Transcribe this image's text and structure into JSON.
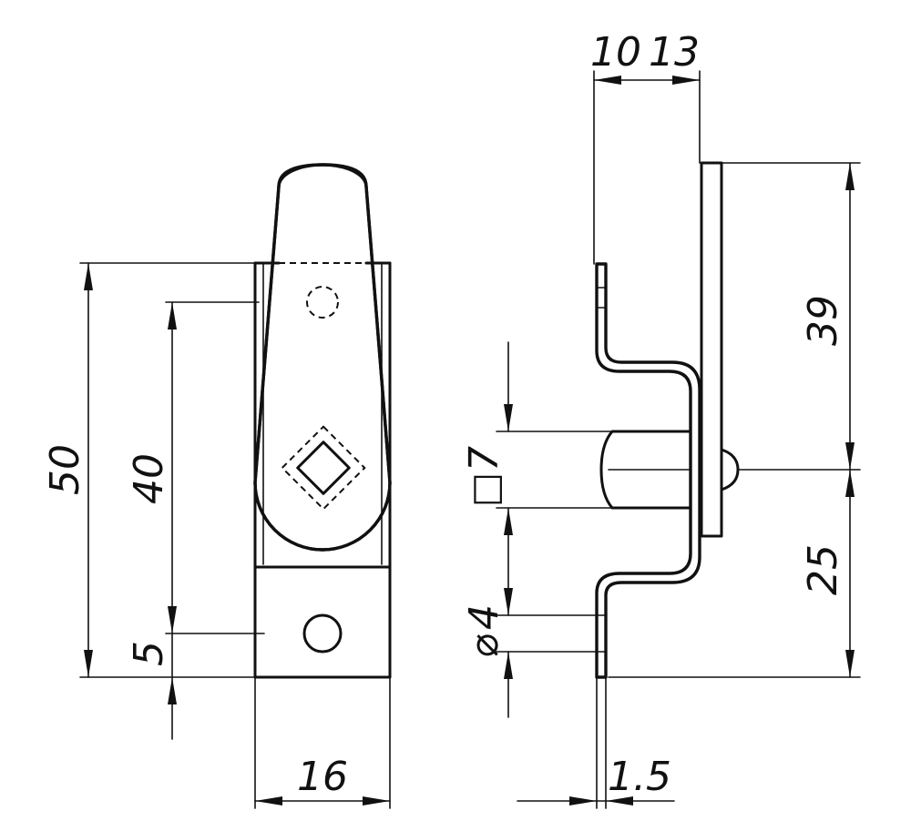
{
  "dimensions": {
    "height_50": "50",
    "height_40": "40",
    "offset_5": "5",
    "width_16": "16",
    "depth_10": "10",
    "depth_13": "13",
    "upper_39": "39",
    "lower_25": "25",
    "square_7": "7",
    "hole_4": "4",
    "thickness_1_5": "1.5"
  },
  "symbols": {
    "square_symbol": "□",
    "diameter_symbol": "⌀"
  },
  "colors": {
    "ink": "#111111",
    "paper": "#ffffff"
  }
}
